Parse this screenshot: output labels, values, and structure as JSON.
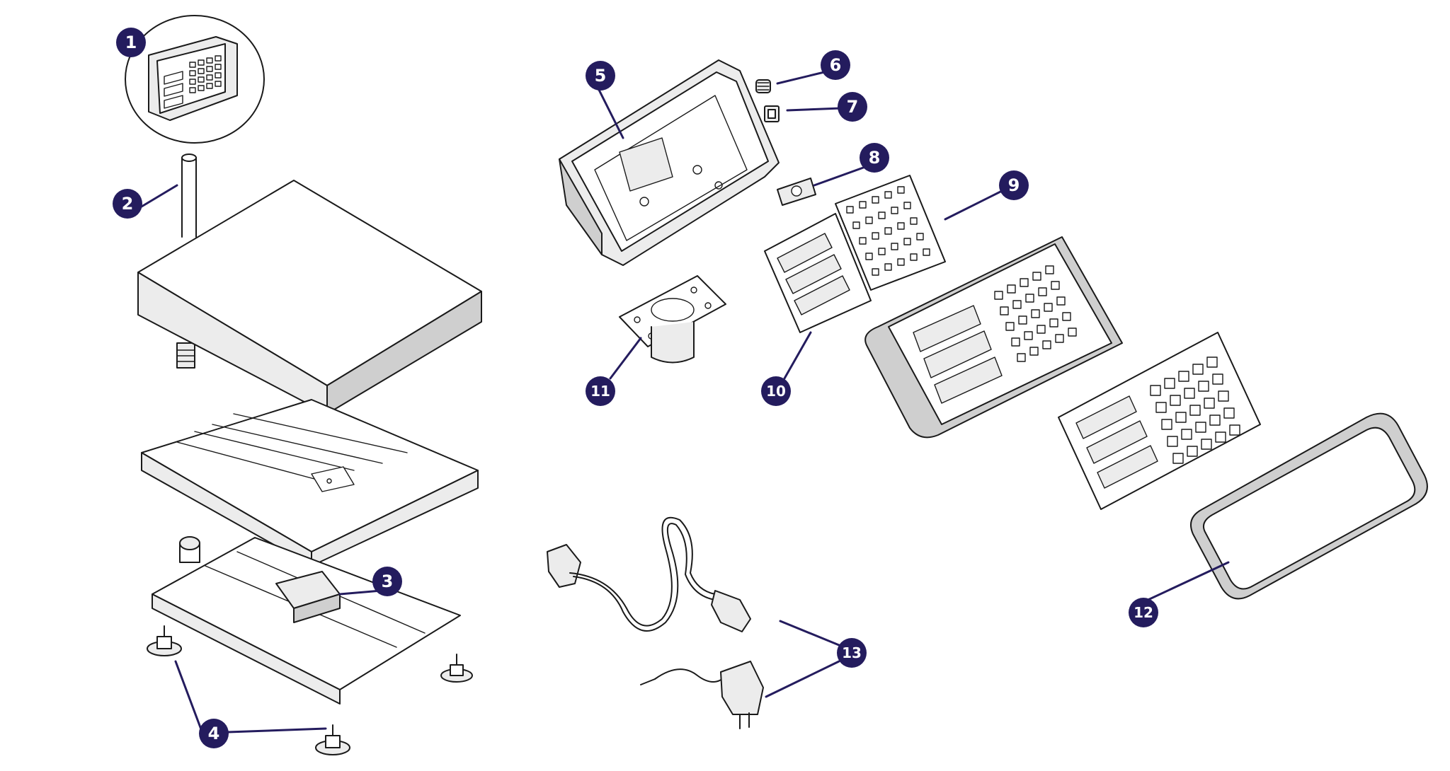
{
  "colors": {
    "callout": "#241c5e",
    "line": "#1a1a1a"
  },
  "callouts": [
    {
      "id": "1",
      "part": "indicator-head"
    },
    {
      "id": "2",
      "part": "column-pole"
    },
    {
      "id": "3",
      "part": "load-cell"
    },
    {
      "id": "4",
      "part": "leveling-feet"
    },
    {
      "id": "5",
      "part": "indicator-housing"
    },
    {
      "id": "6",
      "part": "cable-gland"
    },
    {
      "id": "7",
      "part": "power-connector"
    },
    {
      "id": "8",
      "part": "small-circuit-board"
    },
    {
      "id": "9",
      "part": "keypad-matrix-board"
    },
    {
      "id": "10",
      "part": "display-board"
    },
    {
      "id": "11",
      "part": "pole-mount-bracket"
    },
    {
      "id": "12",
      "part": "rubber-protective-cover"
    },
    {
      "id": "13",
      "part": "power-cord-and-adapter"
    }
  ]
}
